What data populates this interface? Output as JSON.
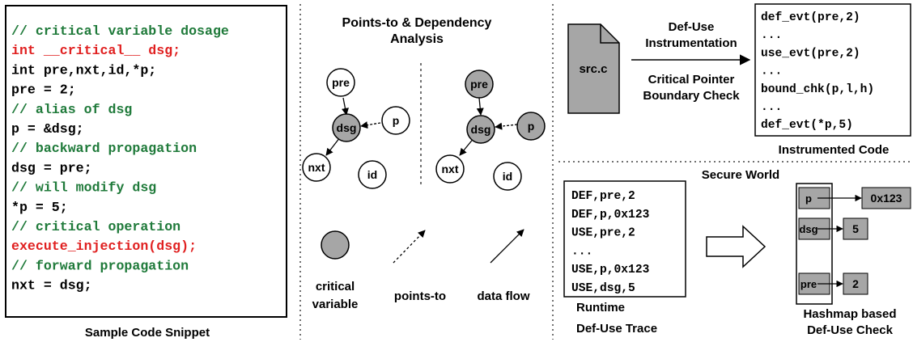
{
  "colors": {
    "comment": "#1f7a3a",
    "critical": "#e02020",
    "code": "#000000",
    "critical_fill": "#a6a6a6",
    "node_fill": "#ffffff"
  },
  "snippet": {
    "caption": "Sample Code Snippet",
    "lines": [
      {
        "text": "// critical variable dosage",
        "kind": "comment"
      },
      {
        "text": "int __critical__ dsg;",
        "kind": "critical"
      },
      {
        "text": "int pre,nxt,id,*p;",
        "kind": "code"
      },
      {
        "text": "pre = 2;",
        "kind": "code"
      },
      {
        "text": "// alias of dsg",
        "kind": "comment"
      },
      {
        "text": "p = &dsg;",
        "kind": "code"
      },
      {
        "text": "// backward propagation",
        "kind": "comment"
      },
      {
        "text": "dsg = pre;",
        "kind": "code"
      },
      {
        "text": "// will modify dsg",
        "kind": "comment"
      },
      {
        "text": "*p = 5;",
        "kind": "code"
      },
      {
        "text": "// critical operation",
        "kind": "comment"
      },
      {
        "text": "execute_injection(dsg);",
        "kind": "critical"
      },
      {
        "text": "// forward propagation",
        "kind": "comment"
      },
      {
        "text": "nxt = dsg;",
        "kind": "code"
      }
    ]
  },
  "analysis": {
    "title_line1": "Points-to & Dependency",
    "title_line2": "Analysis",
    "nodes": {
      "pre": "pre",
      "dsg": "dsg",
      "p": "p",
      "nxt": "nxt",
      "id": "id"
    },
    "legend": {
      "critical_line1": "critical",
      "critical_line2": "variable",
      "points_to": "points-to",
      "data_flow": "data flow"
    }
  },
  "instrumentation": {
    "file": "src.c",
    "label1_line1": "Def-Use",
    "label1_line2": "Instrumentation",
    "label2_line1": "Critical Pointer",
    "label2_line2": "Boundary Check",
    "code_lines": [
      "def_evt(pre,2)",
      "...",
      "use_evt(pre,2)",
      "...",
      "bound_chk(p,l,h)",
      "...",
      "def_evt(*p,5)"
    ],
    "caption": "Instrumented Code"
  },
  "secure_world": {
    "title": "Secure World",
    "trace_lines": [
      "DEF,pre,2",
      "DEF,p,0x123",
      "USE,pre,2",
      "...",
      "USE,p,0x123",
      "USE,dsg,5"
    ],
    "trace_caption_line1": "Runtime",
    "trace_caption_line2": "Def-Use Trace",
    "hashmap": {
      "keys": [
        "p",
        "dsg",
        "pre"
      ],
      "values": [
        "0x123",
        "5",
        "2"
      ]
    },
    "hashmap_caption_line1": "Hashmap based",
    "hashmap_caption_line2": "Def-Use Check"
  }
}
